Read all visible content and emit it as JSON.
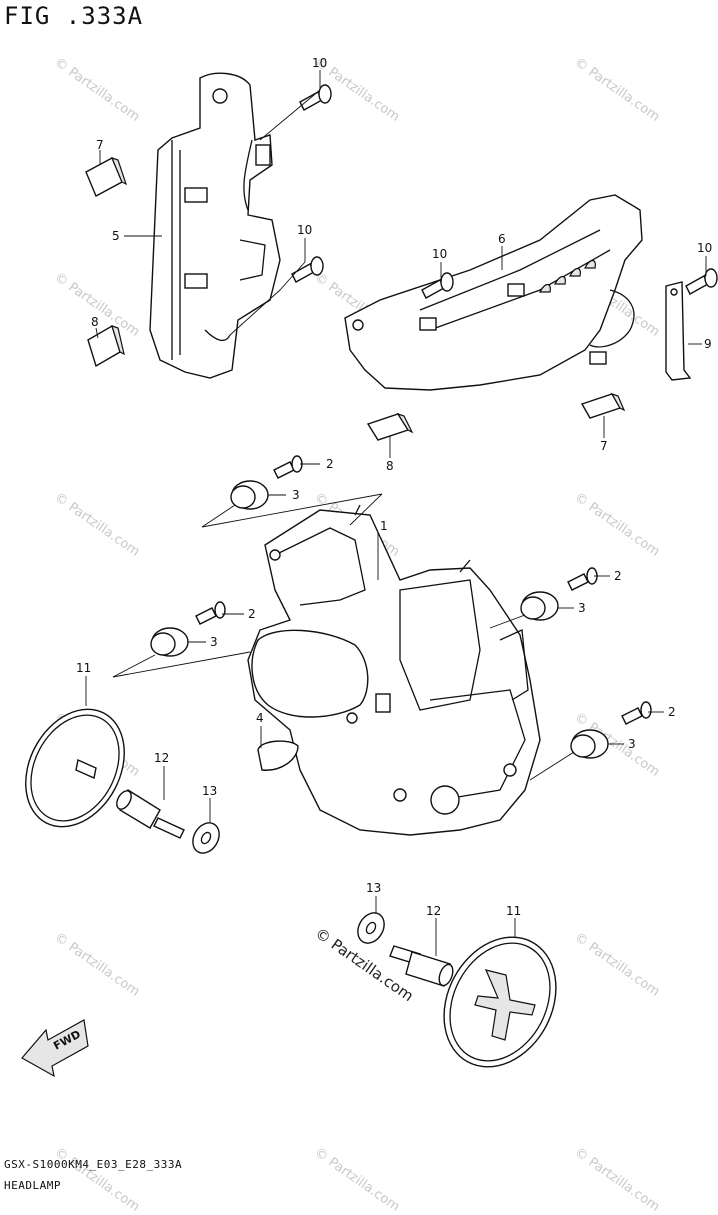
{
  "figure_title": "FIG .333A",
  "footer_code": "GSX-S1000KM4_E03_E28_333A",
  "footer_title": "HEADLAMP",
  "fwd_label": "FWD",
  "watermark": "© Partzilla.com",
  "callouts": {
    "c1": "1",
    "c2a": "2",
    "c2b": "2",
    "c2c": "2",
    "c2d": "2",
    "c3a": "3",
    "c3b": "3",
    "c3c": "3",
    "c3d": "3",
    "c4": "4",
    "c5": "5",
    "c6": "6",
    "c7a": "7",
    "c7b": "7",
    "c8a": "8",
    "c8b": "8",
    "c9": "9",
    "c10a": "10",
    "c10b": "10",
    "c10c": "10",
    "c10d": "10",
    "c11a": "11",
    "c11b": "11",
    "c12a": "12",
    "c12b": "12",
    "c13a": "13",
    "c13b": "13"
  }
}
